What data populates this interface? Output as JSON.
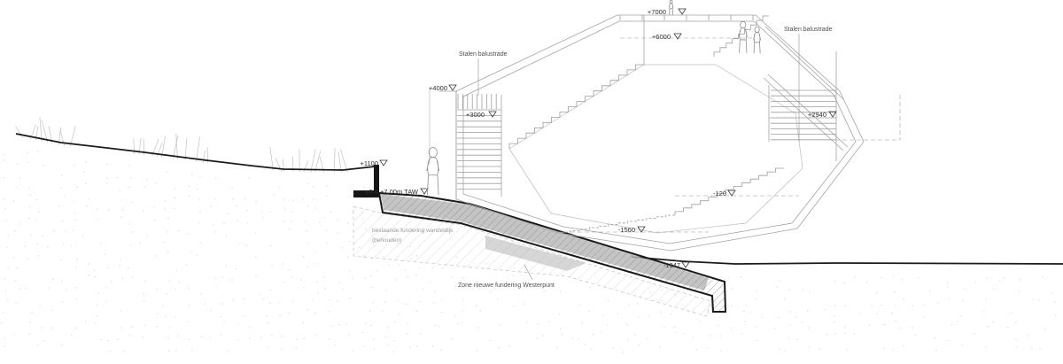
{
  "levels": [
    {
      "id": "p7000",
      "label": "+7000"
    },
    {
      "id": "p6000",
      "label": "+6000"
    },
    {
      "id": "p4000",
      "label": "+4000"
    },
    {
      "id": "p3000",
      "label": "+3000"
    },
    {
      "id": "p2940",
      "label": "+2940"
    },
    {
      "id": "p1100",
      "label": "+1100"
    },
    {
      "id": "taw",
      "label": "±0 = +7.00m TAW"
    },
    {
      "id": "m120",
      "label": "-120"
    },
    {
      "id": "m1560",
      "label": "-1560"
    },
    {
      "id": "m1947",
      "label": "-1947"
    }
  ],
  "annotations": {
    "balustrade_left": "Stalen balustrade",
    "balustrade_right": "Stalen balustrade",
    "zone_new_foundation": "Zone nieuwe fundering Westerpunt",
    "existing_foundation_line1": "bestaande fundering wandeldijk",
    "existing_foundation_line2": "(behouden)"
  },
  "colors": {
    "background": "#ffffff",
    "structure_line": "#a3a3a3",
    "heavy_line": "#1a1a1a",
    "slab_fill": "#b5b5b5",
    "hatch": "#8d8d8d",
    "text_dark": "#2e2e2e",
    "text_gray": "#9b9b9b"
  }
}
